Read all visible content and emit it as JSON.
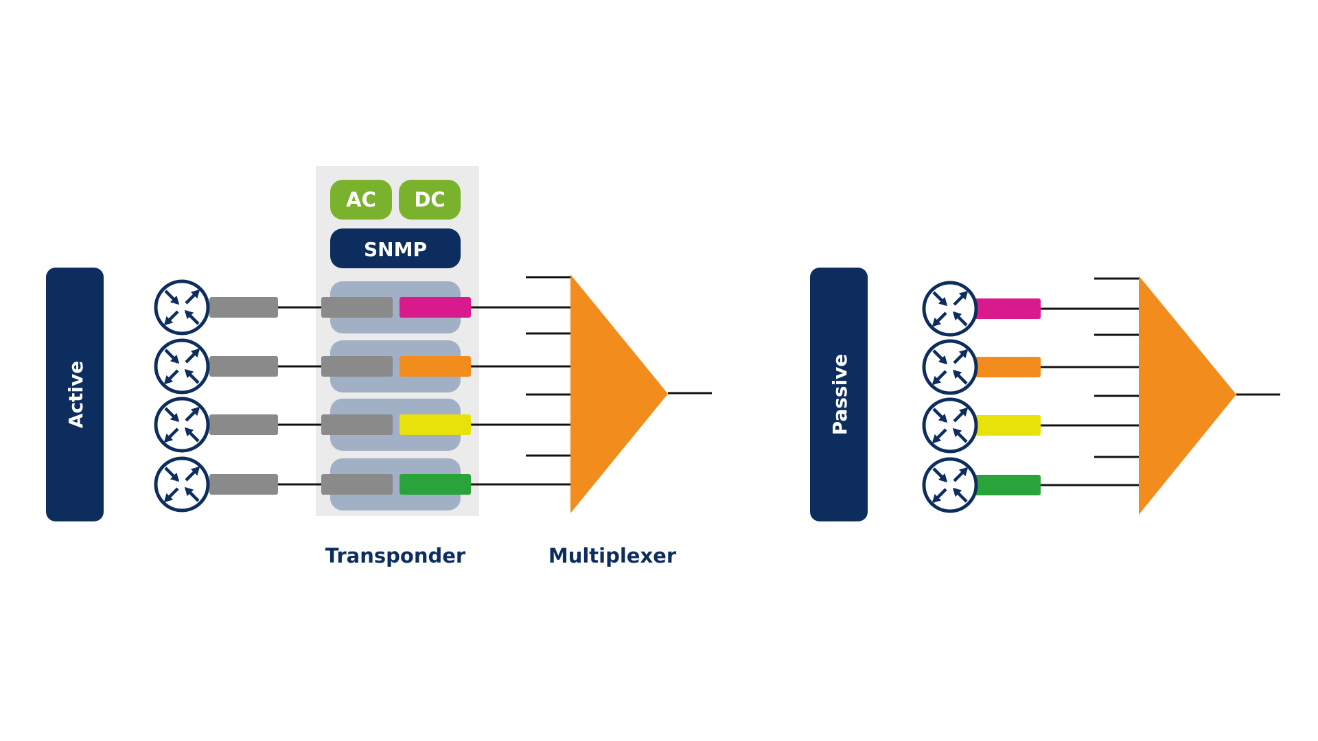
{
  "active": {
    "side_label": "Active",
    "transponder": {
      "label": "Transponder",
      "power_ac": "AC",
      "power_dc": "DC",
      "management": "SNMP"
    },
    "multiplexer_label": "Multiplexer",
    "channels": [
      {
        "color": "#D91A8C"
      },
      {
        "color": "#F28C1C"
      },
      {
        "color": "#E8E10A"
      },
      {
        "color": "#2AA33A"
      }
    ]
  },
  "passive": {
    "side_label": "Passive",
    "channels": [
      {
        "color": "#D91A8C"
      },
      {
        "color": "#F28C1C"
      },
      {
        "color": "#E8E10A"
      },
      {
        "color": "#2AA33A"
      }
    ]
  },
  "colors": {
    "navy": "#0C2D5E",
    "green": "#7AB22E",
    "grey_module": "#8A8A8A",
    "transponder_panel": "#EBEBEB",
    "transponder_card": "#A2B0C6",
    "multiplexer": "#F28C1C"
  },
  "icons": {
    "router": "router-icon"
  }
}
